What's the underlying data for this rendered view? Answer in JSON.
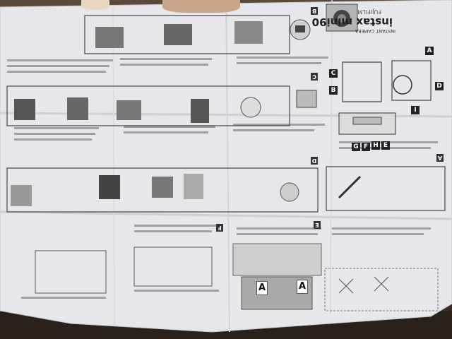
{
  "scene": {
    "description_free": true
  },
  "manual": {
    "brand": "FUJIFILM",
    "model": "instax mini90",
    "subtitle": "INSTANT CAMERA"
  },
  "callouts": {
    "a": "A",
    "b": "B",
    "c": "C",
    "d": "D",
    "e": "E",
    "f": "F",
    "g": "G",
    "h": "H",
    "i": "I"
  },
  "sections": {
    "s_b": "B",
    "s_c": "C",
    "s_d": "D",
    "s_e": "E",
    "s_f": "F",
    "s_a": "A"
  },
  "diagram": {
    "left_a": "A",
    "right_a": "A"
  }
}
